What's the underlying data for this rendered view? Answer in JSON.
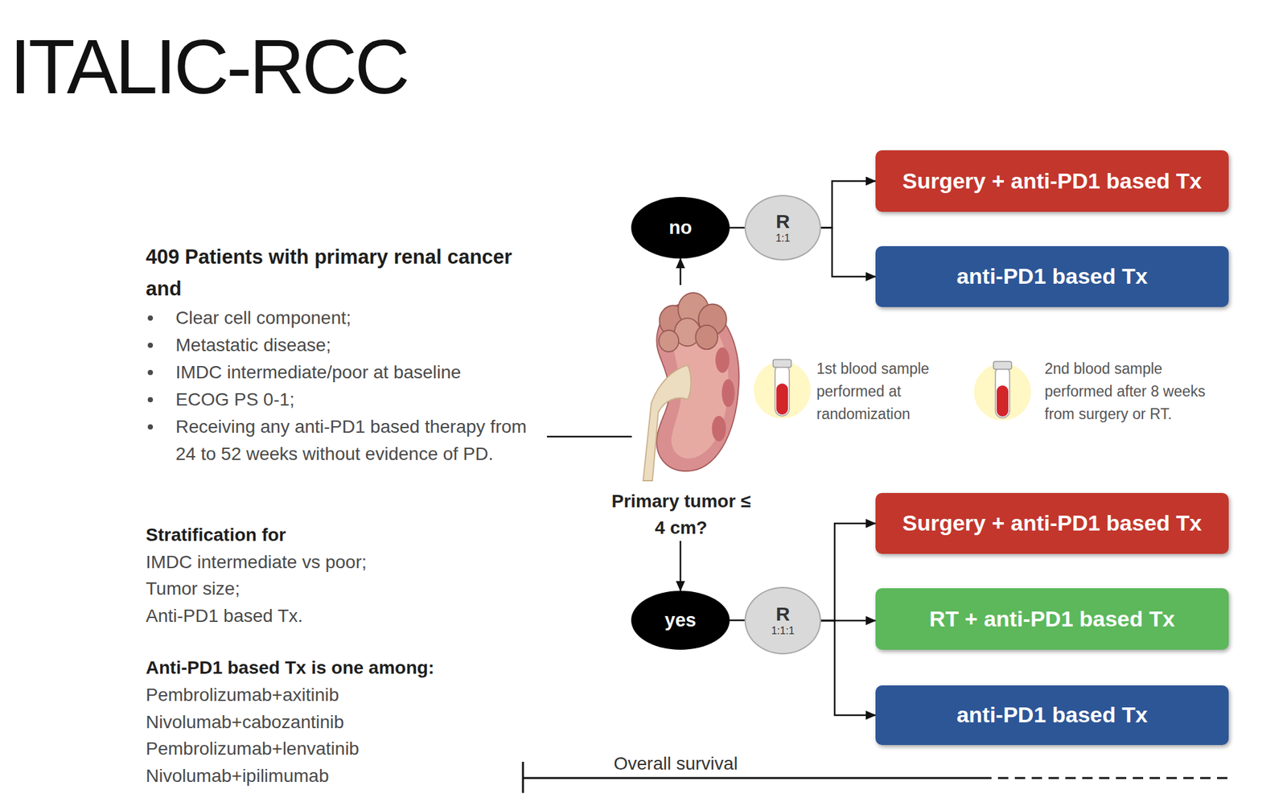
{
  "diagram": {
    "title": "ITALIC-RCC",
    "nodes": [
      {
        "text": [
          "no"
        ]
      },
      {
        "text": [
          "R",
          "1:1"
        ]
      },
      {
        "text": [
          "Surgery + anti-PD1 based Tx"
        ]
      },
      {
        "text": [
          "anti-PD1 based Tx"
        ]
      },
      {
        "text": [
          "Primary tumor ≤ 4 cm?"
        ]
      },
      {
        "text": [
          "yes"
        ]
      },
      {
        "text": [
          "R",
          "1:1:1"
        ]
      },
      {
        "text": [
          "Surgery + anti-PD1 based Tx"
        ]
      },
      {
        "text": [
          "RT + anti-PD1 based Tx"
        ]
      },
      {
        "text": [
          "anti-PD1 based Tx"
        ]
      }
    ],
    "edges": [
      {
        "from": 4,
        "to": 0,
        "arrow": "to"
      },
      {
        "from": 4,
        "to": 5,
        "arrow": "to"
      },
      {
        "from": 0,
        "to": 1,
        "arrow": "none"
      },
      {
        "from": 1,
        "to": 2,
        "arrow": "to"
      },
      {
        "from": 1,
        "to": 3,
        "arrow": "to"
      },
      {
        "from": 5,
        "to": 6,
        "arrow": "none"
      },
      {
        "from": 6,
        "to": 7,
        "arrow": "to"
      },
      {
        "from": 6,
        "to": 8,
        "arrow": "to"
      },
      {
        "from": 6,
        "to": 9,
        "arrow": "to"
      }
    ],
    "labels": [
      "409 Patients with primary renal cancer and",
      "Clear cell component;",
      "Metastatic disease;",
      "IMDC intermediate/poor at baseline",
      "ECOG PS 0-1;",
      "Receiving any anti-PD1 based therapy from 24 to 52 weeks without evidence of PD.",
      "Stratification for",
      "IMDC intermediate vs poor;",
      "Tumor size;",
      "Anti-PD1 based Tx.",
      "Anti-PD1 based Tx is one among:",
      "Pembrolizumab+axitinib",
      "Nivolumab+cabozantinib",
      "Pembrolizumab+lenvatinib",
      "Nivolumab+ipilimumab",
      "1st blood sample performed at randomization",
      "2nd blood sample performed after 8 weeks from surgery or RT.",
      "Overall survival"
    ]
  }
}
